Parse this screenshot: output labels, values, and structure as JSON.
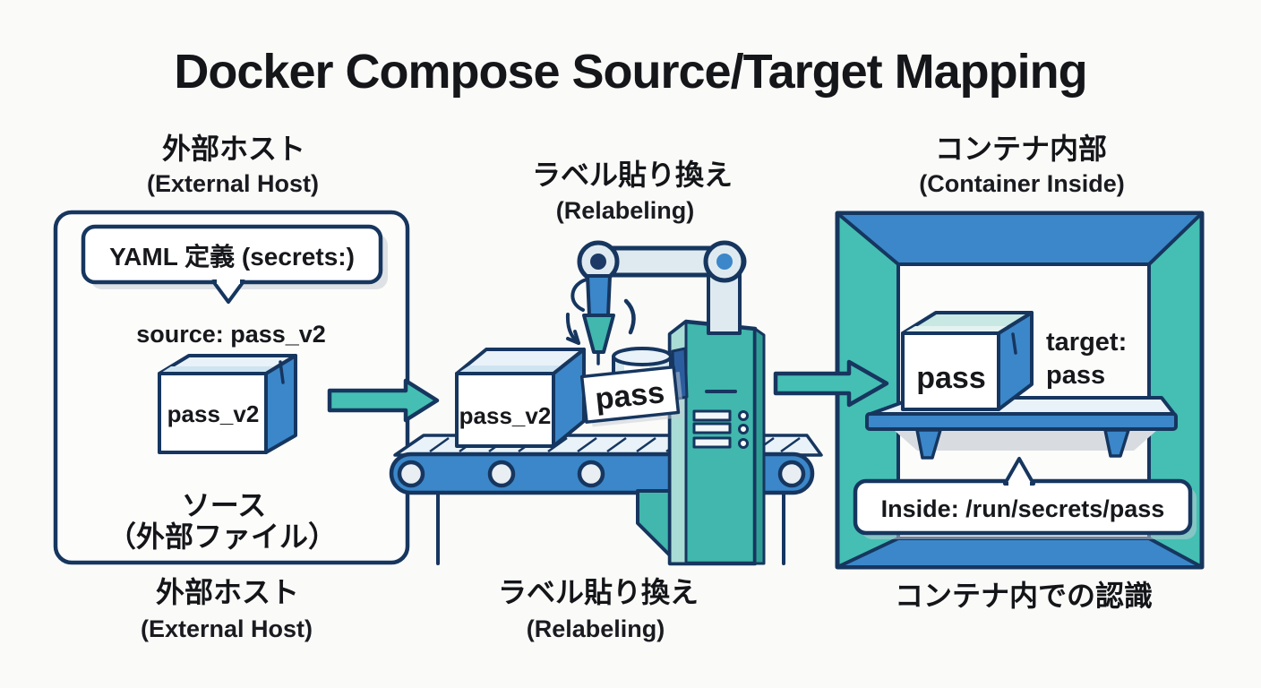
{
  "title": "Docker Compose Source/Target Mapping",
  "sections": {
    "host": {
      "heading_jp": "外部ホスト",
      "heading_en": "(External Host)",
      "bubble": "YAML 定義 (secrets:)",
      "source_line": "source: pass_v2",
      "box_label": "pass_v2",
      "caption_jp": "ソース",
      "caption_jp2": "（外部ファイル）",
      "footer_jp": "外部ホスト",
      "footer_en": "(External Host)"
    },
    "relabel": {
      "heading_jp": "ラベル貼り換え",
      "heading_en": "(Relabeling)",
      "belt_box_label": "pass_v2",
      "new_label": "pass",
      "footer_jp": "ラベル貼り換え",
      "footer_en": "(Relabeling)"
    },
    "container": {
      "heading_jp": "コンテナ内部",
      "heading_en": "(Container Inside)",
      "box_label": "pass",
      "target_line1": "target:",
      "target_line2": "pass",
      "bubble": "Inside: /run/secrets/pass",
      "footer_jp": "コンテナ内での認識"
    }
  },
  "colors": {
    "outline_navy": "#16365f",
    "blue": "#3b87c9",
    "teal": "#45bfb3",
    "machine_teal": "#41b7ad",
    "light_steel": "#dfeaf0",
    "background": "#fafaf8",
    "ink": "#17181c"
  }
}
